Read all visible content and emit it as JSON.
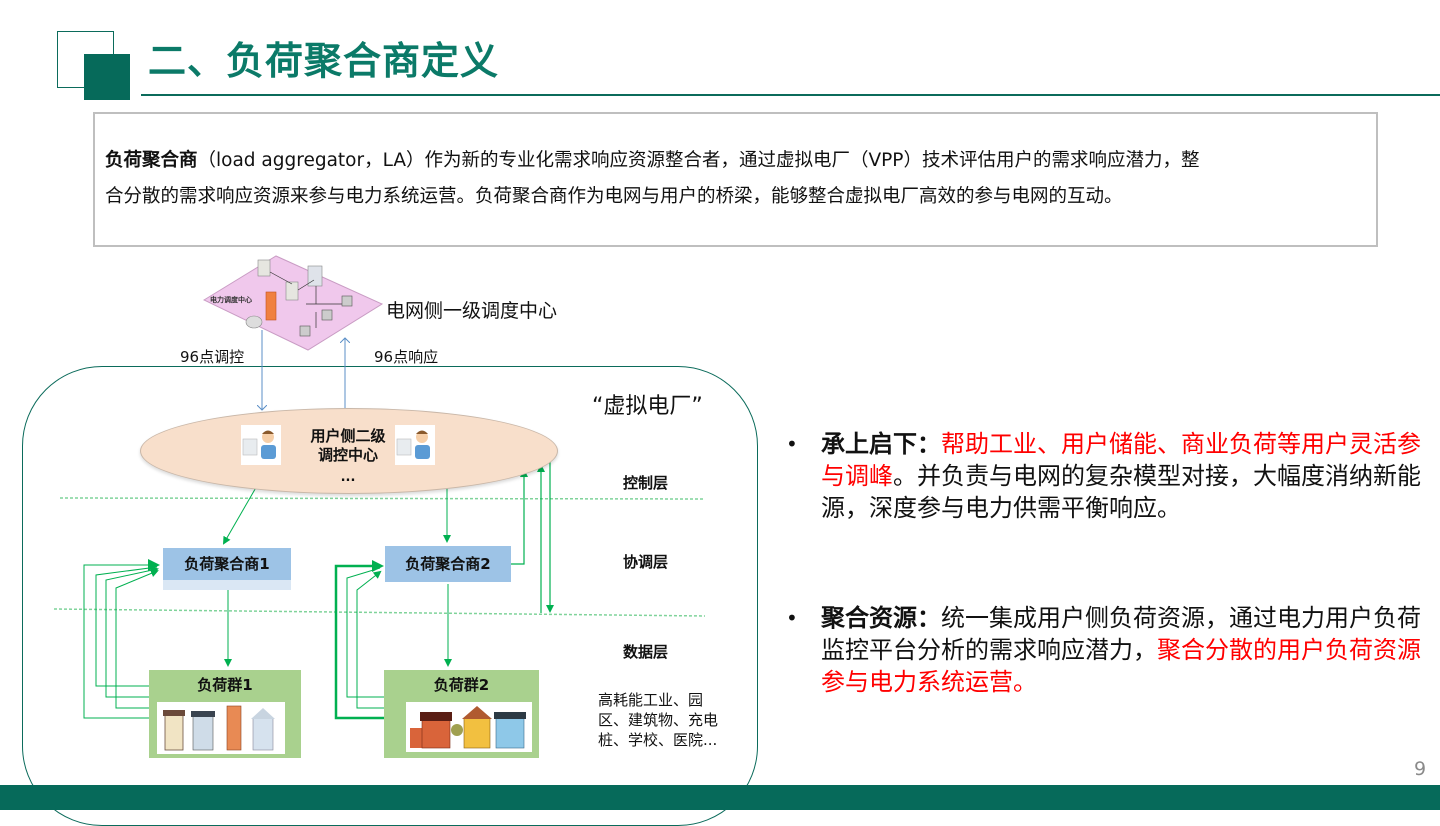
{
  "slide": {
    "title": "二、负荷聚合商定义",
    "page_number": "9",
    "colors": {
      "brand_green": "#066a5a",
      "title_green": "#0b7a68",
      "highlight_red": "#ff0000",
      "aggregator_blue": "#9dc3e6",
      "group_green": "#a9d18e",
      "ellipse_peach": "#f8dfcb",
      "arrow_green": "#00b050",
      "arrow_blue": "#5b8fc7"
    }
  },
  "definition": {
    "term": "负荷聚合商",
    "line1_rest": "（load aggregator，LA）作为新的专业化需求响应资源整合者，通过虚拟电厂（VPP）技术评估用户的需求响应潜力，整",
    "line2": "合分散的需求响应资源来参与电力系统运营。负荷聚合商作为电网与用户的桥梁，能够整合虚拟电厂高效的参与电网的互动。"
  },
  "diagram": {
    "grid_center_label": "电网侧一级调度中心",
    "grid_center_image_caption": "电力调度中心",
    "down_arrow_label": "96点调控",
    "up_arrow_label": "96点响应",
    "vpp_label": "“虚拟电厂”",
    "user_center": {
      "line1": "用户侧二级",
      "line2": "调控中心",
      "ellipsis": "..."
    },
    "layers": {
      "control": "控制层",
      "coordination": "协调层",
      "data": "数据层"
    },
    "aggregators": [
      {
        "label": "负荷聚合商1"
      },
      {
        "label": "负荷聚合商2"
      }
    ],
    "load_groups": [
      {
        "label": "负荷群1"
      },
      {
        "label": "负荷群2"
      }
    ],
    "resource_note": "高耗能工业、园区、建筑物、充电桩、学校、医院..."
  },
  "bullets": [
    {
      "heading": "承上启下：",
      "red": "帮助工业、用户储能、商业负荷等用户灵活参与调峰",
      "black": "。并负责与电网的复杂模型对接，大幅度消纳新能源，深度参与电力供需平衡响应。"
    },
    {
      "heading": "聚合资源：",
      "black": "统一集成用户侧负荷资源，通过电力用户负荷监控平台分析的需求响应潜力，",
      "red": "聚合分散的用户负荷资源参与电力系统运营。"
    }
  ],
  "icons": {
    "bullet": "•"
  }
}
